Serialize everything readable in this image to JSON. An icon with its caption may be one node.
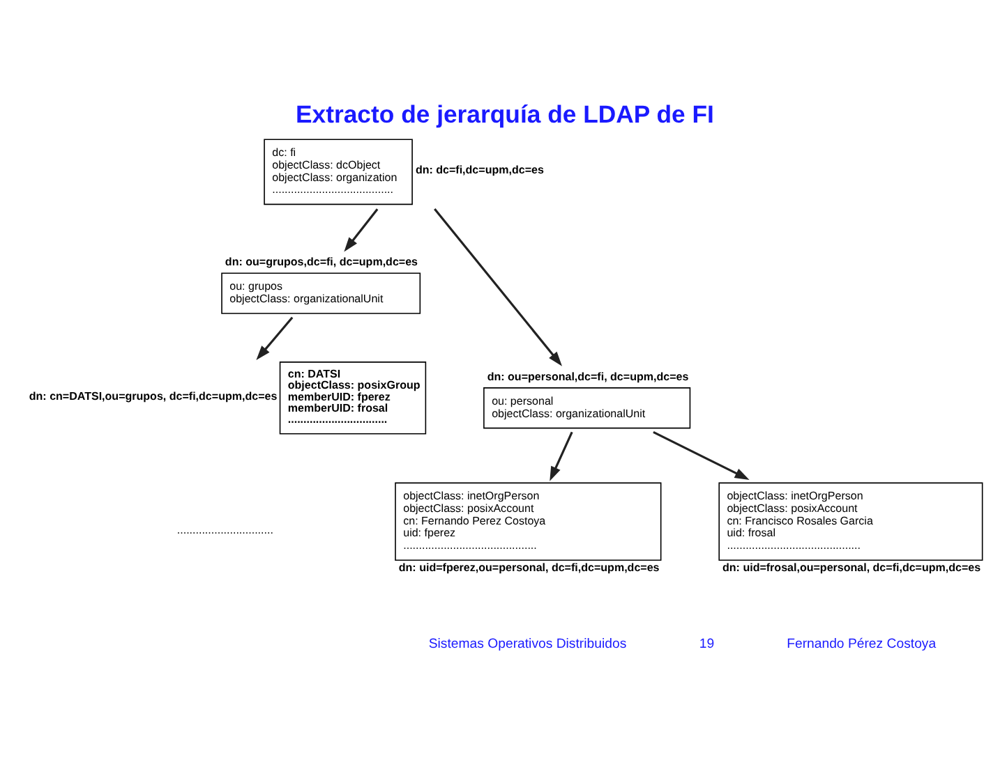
{
  "diagram": {
    "title": "Extracto de jerarquía de LDAP de FI",
    "nodes": [
      {
        "text": [
          "dc: fi",
          "objectClass: dcObject",
          "objectClass: organization",
          "......................................."
        ],
        "beside": [
          "dn: dc=fi,dc=upm,dc=es"
        ]
      },
      {
        "text": [
          "ou: grupos",
          "objectClass: organizationalUnit"
        ],
        "beside": [
          "dn: ou=grupos,dc=fi, dc=upm,dc=es"
        ]
      },
      {
        "text": [
          "ou: personal",
          "objectClass: organizationalUnit"
        ],
        "beside": [
          "dn: ou=personal,dc=fi, dc=upm,dc=es"
        ]
      },
      {
        "text": [
          "cn: DATSI",
          "objectClass: posixGroup",
          "memberUID: fperez",
          "memberUID: frosal",
          "................................"
        ],
        "beside": [
          "dn: cn=DATSI,ou=grupos, dc=fi,dc=upm,dc=es"
        ]
      },
      {
        "text": [
          "objectClass: inetOrgPerson",
          "objectClass: posixAccount",
          "cn: Fernando Perez Costoya",
          "uid: fperez",
          "..........................................."
        ],
        "beside": [
          "dn: uid=fperez,ou=personal, dc=fi,dc=upm,dc=es"
        ]
      },
      {
        "text": [
          "objectClass: inetOrgPerson",
          "objectClass: posixAccount",
          "cn: Francisco Rosales Garcia",
          "uid: frosal",
          "..........................................."
        ],
        "beside": [
          "dn: uid=frosal,ou=personal, dc=fi,dc=upm,dc=es"
        ]
      }
    ],
    "edges": [
      {
        "from": 0,
        "to": 2,
        "arrow": "to"
      },
      {
        "from": 0,
        "to": 1,
        "arrow": "to"
      },
      {
        "from": 1,
        "to": 3,
        "arrow": "to"
      },
      {
        "from": 2,
        "to": 4,
        "arrow": "to"
      },
      {
        "from": 2,
        "to": 5,
        "arrow": "to"
      }
    ],
    "labels": [
      "...............................",
      "Sistemas Operativos Distribuidos",
      "19",
      "Fernando Pérez Costoya"
    ]
  }
}
